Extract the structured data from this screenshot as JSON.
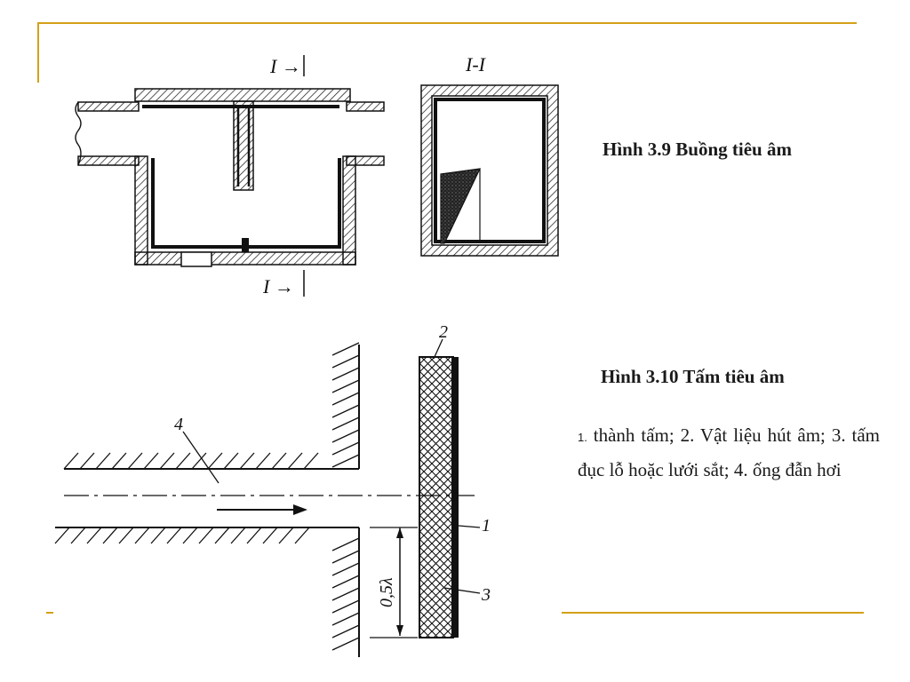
{
  "figure_3_9": {
    "caption": "Hình 3.9  Buồng tiêu âm",
    "section_mark_top": "I →",
    "section_mark_bottom": "I →",
    "section_view_label": "I-I"
  },
  "figure_3_10": {
    "caption": "Hình 3.10   Tấm tiêu âm",
    "legend_number": "1.",
    "legend_text": " thành tấm; 2. Vật liệu hút âm;  3. tấm đục lỗ hoặc lưới sắt; 4. ống đẫn hơi",
    "labels": {
      "l1": "1",
      "l2": "2",
      "l3": "3",
      "l4": "4",
      "dimension": "0,5λ"
    }
  },
  "colors": {
    "rule": "#d4a017",
    "ink": "#111111"
  }
}
